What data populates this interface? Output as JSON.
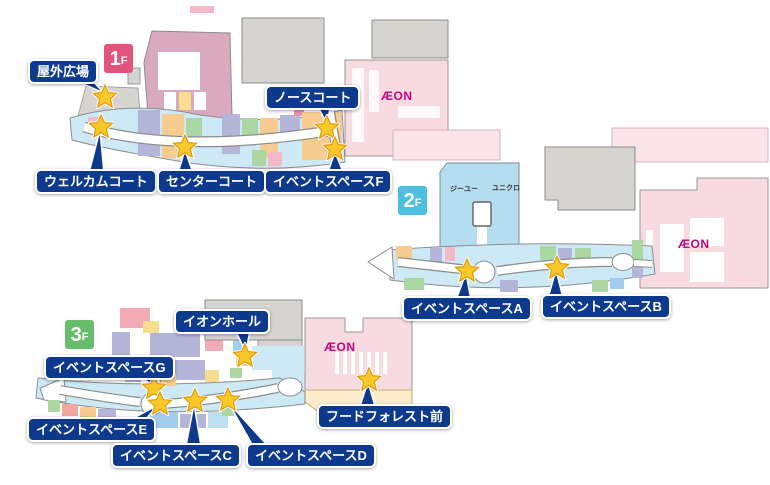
{
  "brand": {
    "aeon_logo": "ÆON"
  },
  "floor_1f": {
    "badge": {
      "number": "1",
      "suffix": "F",
      "color": "#e2557b"
    },
    "spots": {
      "outdoor_plaza": "屋外広場",
      "welcome_court": "ウェルカムコート",
      "center_court": "センターコート",
      "north_court": "ノースコート",
      "event_space_f": "イベントスペースF"
    }
  },
  "floor_2f": {
    "badge": {
      "number": "2",
      "suffix": "F",
      "color": "#4ebfde"
    },
    "stores": {
      "gu": "ジーユー",
      "uniqlo": "ユニクロ"
    },
    "spots": {
      "event_space_a": "イベントスペースA",
      "event_space_b": "イベントスペースB"
    }
  },
  "floor_3f": {
    "badge": {
      "number": "3",
      "suffix": "F",
      "color": "#67bd6c"
    },
    "spots": {
      "aeon_hall": "イオンホール",
      "event_space_g": "イベントスペースG",
      "event_space_e": "イベントスペースE",
      "event_space_c": "イベントスペースC",
      "event_space_d": "イベントスペースD",
      "food_forest_mae": "フードフォレスト前"
    }
  },
  "colors": {
    "callout_bg": "#0e3a8e",
    "star_fill": "#f9c829",
    "star_outline": "#dd9b12",
    "walkway_blue": "#cde9f6",
    "aeon_building_pink": "#f8dbe0",
    "aeon_logo_magenta": "#c0047e",
    "parking_gray": "#d6d4d1",
    "main_building_mauve": "#d9a9be"
  }
}
